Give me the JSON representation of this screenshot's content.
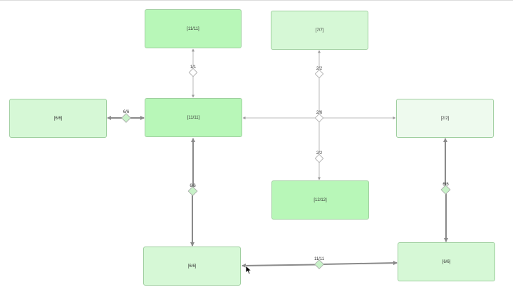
{
  "colors": {
    "full": "#b8f7b8",
    "medium": "#d6f8d6",
    "light": "#eefaee",
    "node_border": "#9fcf9f",
    "edge": "#8a8a8a",
    "edge_thin": "#a6a6a6",
    "connector": "#c8f2c8"
  },
  "nodes": {
    "n1": "[11/11]",
    "n2": "[7/7]",
    "n3": "[6/6]",
    "n4": "[11/11]",
    "n5": "[2/2]",
    "n6": "[12/12]",
    "n7": "[6/6]",
    "n8": "[6/6]"
  },
  "edges": {
    "e1": "1/1",
    "e2": "2/2",
    "e3": "6/6",
    "e4": "2/6",
    "e5": "2/2",
    "e6": "6/6",
    "e7": "6/6",
    "e8": "11/11"
  },
  "cursor_icon": "arrow-pointer-icon"
}
